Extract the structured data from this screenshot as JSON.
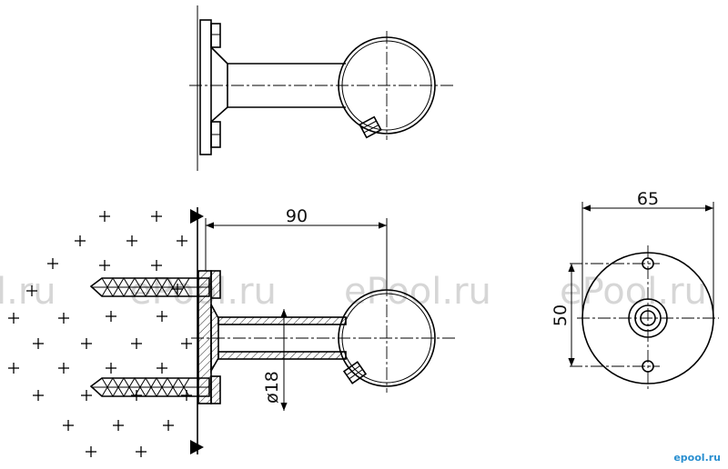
{
  "dimensions": {
    "length": "90",
    "flange_diameter": "65",
    "hole_spacing": "50",
    "tube_diameter": "ø18"
  },
  "watermarks": [
    "l.ru",
    "ePool.ru",
    "ePool.ru",
    "ePool.ru"
  ],
  "logo_text": "epool.ru",
  "colors": {
    "line": "#000000",
    "watermark": "#d6d6d6",
    "logo": "#2a8fd0",
    "background": "#ffffff"
  }
}
